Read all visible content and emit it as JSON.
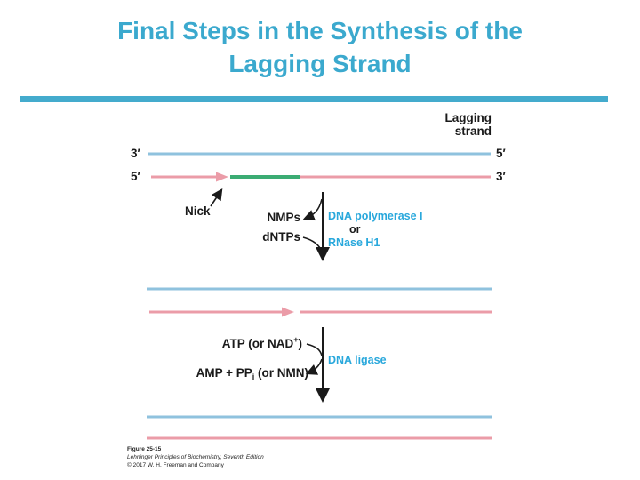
{
  "slide": {
    "title": {
      "line1": "Final Steps in the Synthesis of the",
      "line2": "Lagging Strand"
    },
    "colors": {
      "accent_teal": "#3ba9ce",
      "divider_teal": "#44abcd",
      "strand_blue": "#8fc2de",
      "strand_pink": "#eb9ca8",
      "rna_green": "#3bac73",
      "enzyme_cyan": "#29a8dc",
      "text_black": "#1a1a1a"
    }
  },
  "diagram": {
    "lagging_strand_label": "Lagging\nstrand",
    "top_duplex": {
      "left_top_end": "3′",
      "right_top_end": "5′",
      "left_bottom_end": "5′",
      "right_bottom_end": "3′"
    },
    "nick_label": "Nick",
    "step1": {
      "product_out": "NMPs",
      "substrate_in": "dNTPs",
      "enzyme1": "DNA polymerase I",
      "conjunction": "or",
      "enzyme2": "RNase H1"
    },
    "step2": {
      "substrate_prefix": "ATP (or NAD",
      "substrate_sup": "+",
      "substrate_suffix": ")",
      "product_prefix": "AMP + PP",
      "product_sub": "i",
      "product_suffix": " (or NMN)",
      "enzyme": "DNA ligase"
    },
    "caption": {
      "figure": "Figure 25-15",
      "source": "Lehninger Principles of Biochemistry, Seventh Edition",
      "copyright": "© 2017 W. H. Freeman and Company"
    }
  }
}
